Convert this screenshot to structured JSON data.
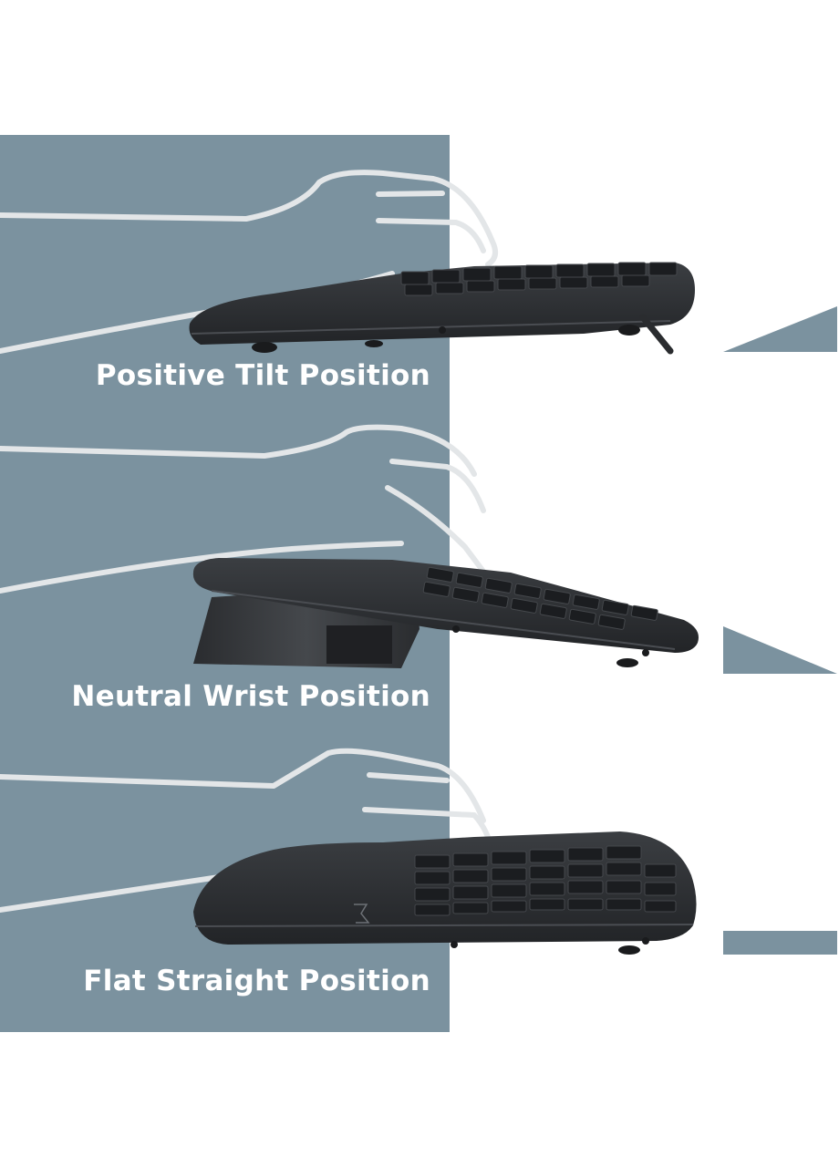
{
  "colors": {
    "panel": "#7b929f",
    "indicator": "#7b929f",
    "keyboard": "#2b2d30",
    "keyboard_edge": "#3a3d41",
    "key": "#1d1f22",
    "hand_outline": "#e3e6e8"
  },
  "positions": [
    {
      "label": "Positive Tilt Position",
      "indicator": "positive-tilt-wedge"
    },
    {
      "label": "Neutral Wrist Position",
      "indicator": "negative-tilt-wedge"
    },
    {
      "label": "Flat Straight Position",
      "indicator": "flat-bar"
    }
  ]
}
